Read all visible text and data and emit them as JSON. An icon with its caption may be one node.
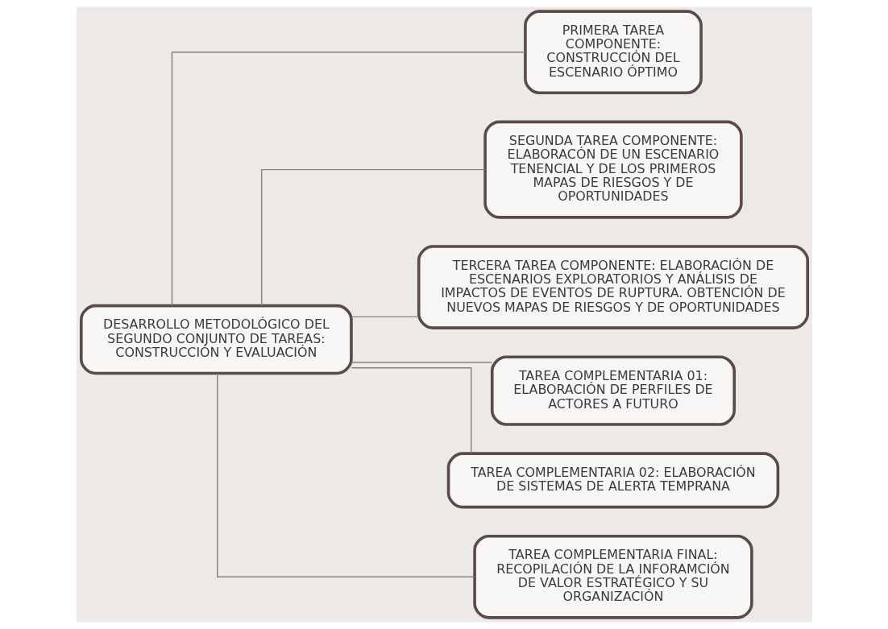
{
  "diagram": {
    "nodes": [
      {
        "text": [
          "DESARROLLO METODOLÓGICO DEL SEGUNDO CONJUNTO DE TAREAS: CONSTRUCCIÓN Y EVALUACIÓN"
        ]
      },
      {
        "text": [
          "PRIMERA TAREA COMPONENTE: CONSTRUCCIÓN DEL ESCENARIO ÓPTIMO"
        ]
      },
      {
        "text": [
          "SEGUNDA TAREA COMPONENTE: ELABORACÓN DE UN ESCENARIO TENENCIAL Y DE LOS PRIMEROS MAPAS DE RIESGOS Y DE OPORTUNIDADES"
        ]
      },
      {
        "text": [
          "TERCERA TAREA COMPONENTE: ELABORACIÓN DE ESCENARIOS EXPLORATORIOS Y ANÁLISIS DE IMPACTOS DE EVENTOS DE RUPTURA. OBTENCIÓN DE NUEVOS MAPAS DE RIESGOS Y DE OPORTUNIDADES"
        ]
      },
      {
        "text": [
          "TAREA COMPLEMENTARIA 01: ELABORACIÓN DE PERFILES DE ACTORES A FUTURO"
        ]
      },
      {
        "text": [
          "TAREA COMPLEMENTARIA 02: ELABORACIÓN DE SISTEMAS DE ALERTA TEMPRANA"
        ]
      },
      {
        "text": [
          "TAREA COMPLEMENTARIA FINAL: RECOPILACIÓN DE LA INFORAMCIÓN DE VALOR ESTRATÉGICO Y SU ORGANIZACIÓN"
        ]
      }
    ],
    "edges": [
      {
        "from": 0,
        "to": 1,
        "arrow": "none"
      },
      {
        "from": 0,
        "to": 2,
        "arrow": "none"
      },
      {
        "from": 0,
        "to": 3,
        "arrow": "none"
      },
      {
        "from": 0,
        "to": 4,
        "arrow": "none"
      },
      {
        "from": 0,
        "to": 5,
        "arrow": "none"
      },
      {
        "from": 0,
        "to": 6,
        "arrow": "none"
      }
    ]
  }
}
